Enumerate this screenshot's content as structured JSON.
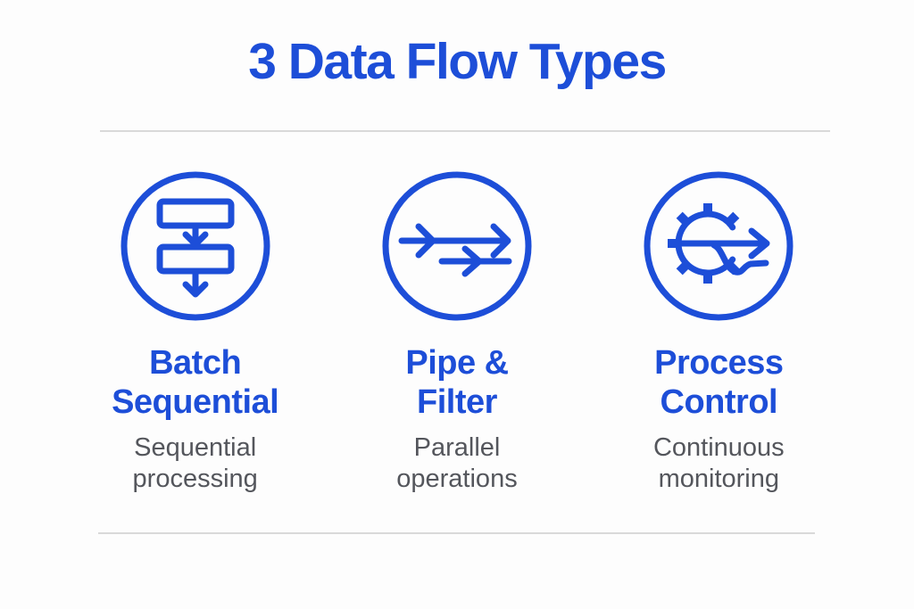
{
  "title": "3 Data Flow Types",
  "colors": {
    "accent_blue": "#1d4ed8",
    "text_gray": "#54565c",
    "divider": "#d9d9d9",
    "background": "#fdfdfd"
  },
  "items": [
    {
      "icon": "batch-sequential-icon",
      "name_lines": [
        "Batch",
        "Sequential"
      ],
      "desc_lines": [
        "Sequential",
        "processing"
      ]
    },
    {
      "icon": "pipe-filter-icon",
      "name_lines": [
        "Pipe &",
        "Filter"
      ],
      "desc_lines": [
        "Parallel",
        "operations"
      ]
    },
    {
      "icon": "process-control-icon",
      "name_lines": [
        "Process",
        "Control"
      ],
      "desc_lines": [
        "Continuous",
        "monitoring"
      ]
    }
  ]
}
